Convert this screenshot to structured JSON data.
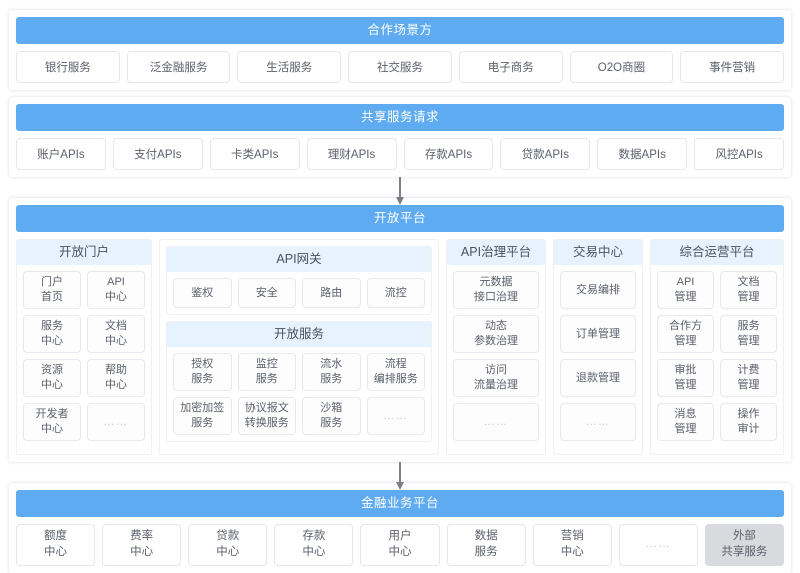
{
  "sections": {
    "partners": {
      "title": "合作场景方",
      "items": [
        "银行服务",
        "泛金融服务",
        "生活服务",
        "社交服务",
        "电子商务",
        "O2O商圈",
        "事件营销"
      ]
    },
    "shared_request": {
      "title": "共享服务请求",
      "items": [
        "账户APIs",
        "支付APIs",
        "卡类APIs",
        "理财APIs",
        "存款APIs",
        "贷款APIs",
        "数据APIs",
        "风控APIs"
      ]
    },
    "open_platform": {
      "title": "开放平台",
      "columns": [
        {
          "title": "开放门户",
          "tiles": [
            "门户\n首页",
            "API\n中心",
            "服务\n中心",
            "文档\n中心",
            "资源\n中心",
            "帮助\n中心",
            "开发者\n中心",
            "……"
          ]
        },
        {
          "title": "API网关",
          "tiles": [
            "鉴权",
            "安全",
            "路由",
            "流控"
          ],
          "sub": {
            "title": "开放服务",
            "tiles": [
              "授权\n服务",
              "监控\n服务",
              "流水\n服务",
              "流程\n编排服务",
              "加密加签\n服务",
              "协议报文\n转换服务",
              "沙箱\n服务",
              "……"
            ]
          }
        },
        {
          "title": "API治理平台",
          "tiles": [
            "元数据\n接口治理",
            "动态\n参数治理",
            "访问\n流量治理",
            "……"
          ]
        },
        {
          "title": "交易中心",
          "tiles": [
            "交易编排",
            "订单管理",
            "退款管理",
            "……"
          ]
        },
        {
          "title": "综合运营平台",
          "tiles": [
            "API\n管理",
            "文档\n管理",
            "合作方\n管理",
            "服务\n管理",
            "审批\n管理",
            "计费\n管理",
            "消息\n管理",
            "操作\n审计"
          ]
        }
      ]
    },
    "finance_platform": {
      "title": "金融业务平台",
      "items": [
        "额度\n中心",
        "费率\n中心",
        "贷款\n中心",
        "存款\n中心",
        "用户\n中心",
        "数据\n服务",
        "营销\n中心",
        "……",
        "外部\n共享服务"
      ],
      "highlighted_index": 8
    }
  },
  "colors": {
    "band_blue": "#5eabf2",
    "header_light_blue": "#e6f2fd",
    "tile_border": "#e6e9ee",
    "gray_tile": "#d8dade",
    "arrow": "#7a7f88",
    "text": "#5b606b"
  },
  "connectors": [
    {
      "from": "shared_request",
      "to": "open_platform",
      "icon": "down-arrow-icon"
    },
    {
      "from": "open_platform",
      "to": "finance_platform",
      "icon": "down-arrow-icon"
    }
  ]
}
